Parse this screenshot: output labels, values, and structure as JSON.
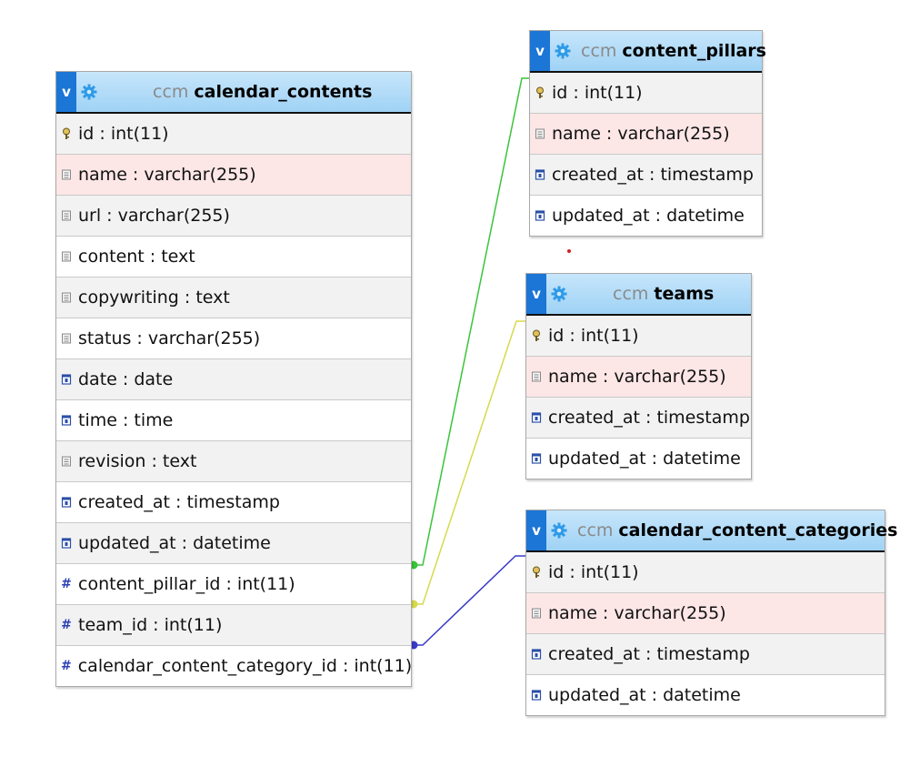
{
  "links": {
    "colors": [
      "#3ac43a",
      "#d7d94d",
      "#3a3ac8"
    ]
  },
  "tables": [
    {
      "db": "ccm",
      "name": "calendar_contents",
      "toggle_label": "v",
      "rows": [
        {
          "icon": "key-icon",
          "text": "id : int(11)",
          "bg": "g"
        },
        {
          "icon": "text-field-icon",
          "text": "name : varchar(255)",
          "bg": "p"
        },
        {
          "icon": "text-field-icon",
          "text": "url : varchar(255)",
          "bg": "g"
        },
        {
          "icon": "text-field-icon",
          "text": "content : text",
          "bg": "w"
        },
        {
          "icon": "text-field-icon",
          "text": "copywriting : text",
          "bg": "g"
        },
        {
          "icon": "text-field-icon",
          "text": "status : varchar(255)",
          "bg": "w"
        },
        {
          "icon": "date-field-icon",
          "text": "date : date",
          "bg": "g"
        },
        {
          "icon": "date-field-icon",
          "text": "time : time",
          "bg": "w"
        },
        {
          "icon": "text-field-icon",
          "text": "revision : text",
          "bg": "g"
        },
        {
          "icon": "date-field-icon",
          "text": "created_at : timestamp",
          "bg": "w"
        },
        {
          "icon": "date-field-icon",
          "text": "updated_at : datetime",
          "bg": "g"
        },
        {
          "icon": "number-field-icon",
          "text": "content_pillar_id : int(11)",
          "bg": "w"
        },
        {
          "icon": "number-field-icon",
          "text": "team_id : int(11)",
          "bg": "g"
        },
        {
          "icon": "number-field-icon",
          "text": "calendar_content_category_id : int(11)",
          "bg": "w"
        }
      ]
    },
    {
      "db": "ccm",
      "name": "content_pillars",
      "toggle_label": "v",
      "rows": [
        {
          "icon": "key-icon",
          "text": "id : int(11)",
          "bg": "g"
        },
        {
          "icon": "text-field-icon",
          "text": "name : varchar(255)",
          "bg": "p"
        },
        {
          "icon": "date-field-icon",
          "text": "created_at : timestamp",
          "bg": "g"
        },
        {
          "icon": "date-field-icon",
          "text": "updated_at : datetime",
          "bg": "w"
        }
      ]
    },
    {
      "db": "ccm",
      "name": "teams",
      "toggle_label": "v",
      "rows": [
        {
          "icon": "key-icon",
          "text": "id : int(11)",
          "bg": "g"
        },
        {
          "icon": "text-field-icon",
          "text": "name : varchar(255)",
          "bg": "p"
        },
        {
          "icon": "date-field-icon",
          "text": "created_at : timestamp",
          "bg": "g"
        },
        {
          "icon": "date-field-icon",
          "text": "updated_at : datetime",
          "bg": "w"
        }
      ]
    },
    {
      "db": "ccm",
      "name": "calendar_content_categories",
      "toggle_label": "v",
      "rows": [
        {
          "icon": "key-icon",
          "text": "id : int(11)",
          "bg": "g"
        },
        {
          "icon": "text-field-icon",
          "text": "name : varchar(255)",
          "bg": "p"
        },
        {
          "icon": "date-field-icon",
          "text": "created_at : timestamp",
          "bg": "g"
        },
        {
          "icon": "date-field-icon",
          "text": "updated_at : datetime",
          "bg": "w"
        }
      ]
    }
  ]
}
